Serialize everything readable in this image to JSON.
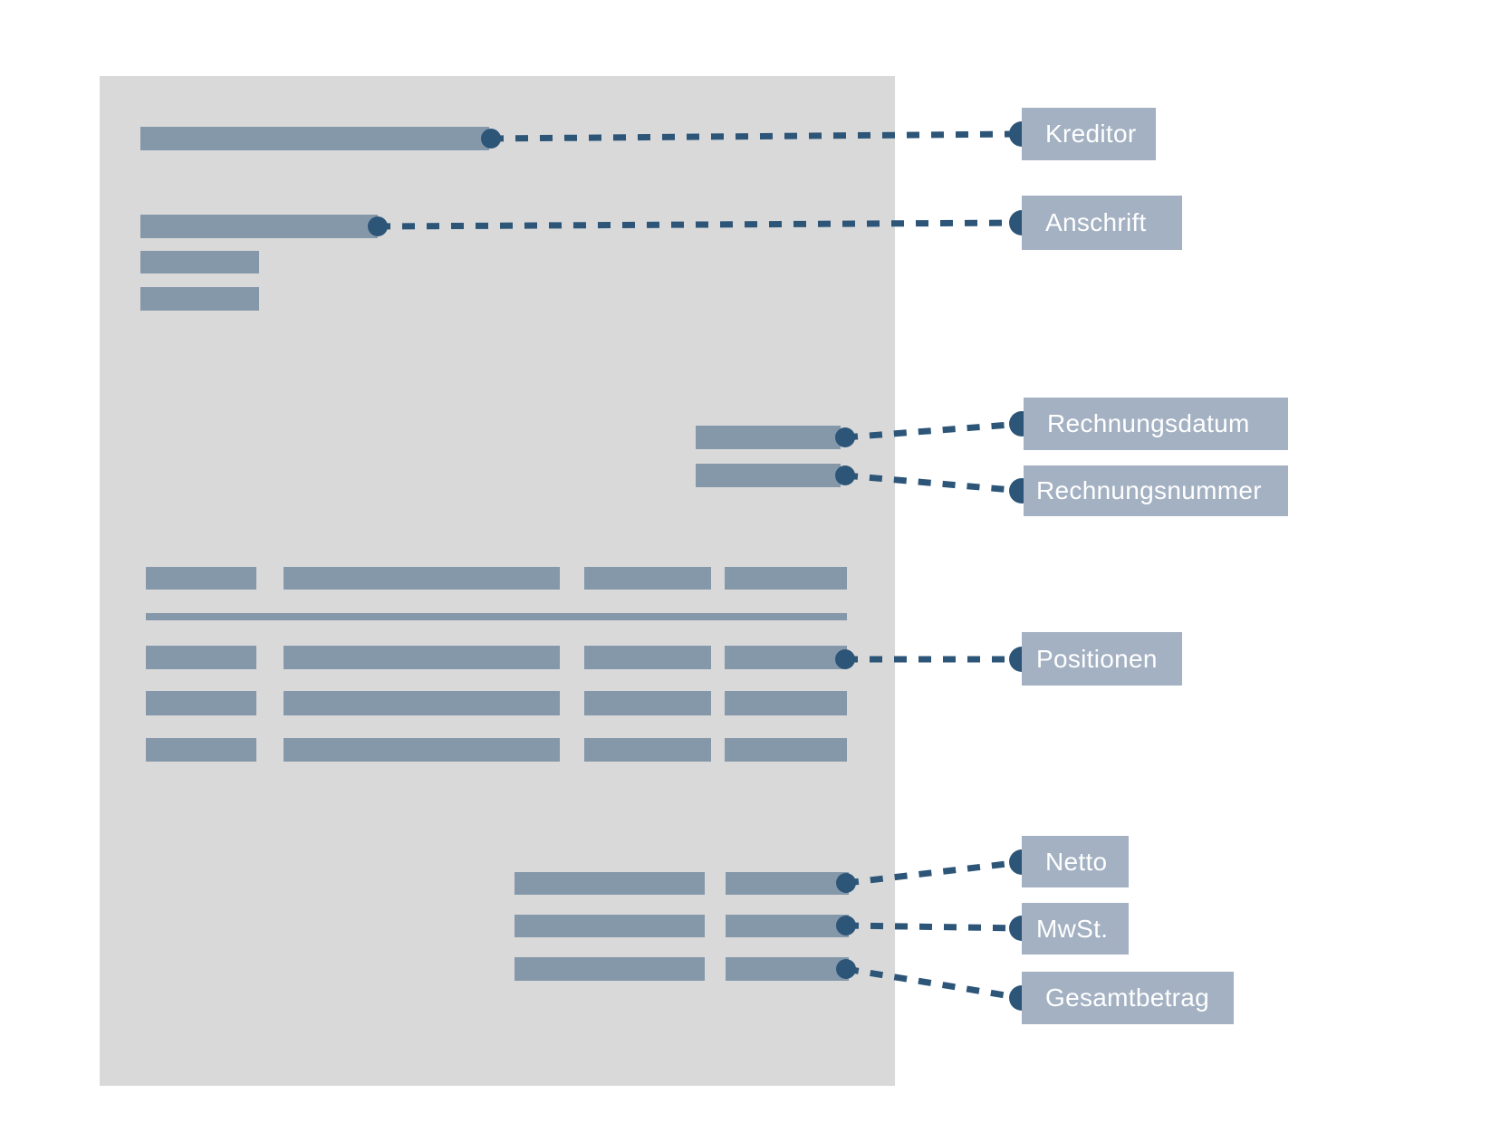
{
  "diagram": {
    "type": "invoice-anatomy-annotation",
    "labels": [
      {
        "text": "Kreditor"
      },
      {
        "text": "Anschrift"
      },
      {
        "text": "Rechnungsdatum"
      },
      {
        "text": "Rechnungsnummer"
      },
      {
        "text": "Positionen"
      },
      {
        "text": "Netto"
      },
      {
        "text": "MwSt."
      },
      {
        "text": "Gesamtbetrag"
      }
    ]
  },
  "colors": {
    "document_bg": "#d9d9d9",
    "bar": "#8598aa",
    "label_box": "#a3b1c2",
    "label_text": "#ffffff",
    "connector": "#2d5578"
  }
}
